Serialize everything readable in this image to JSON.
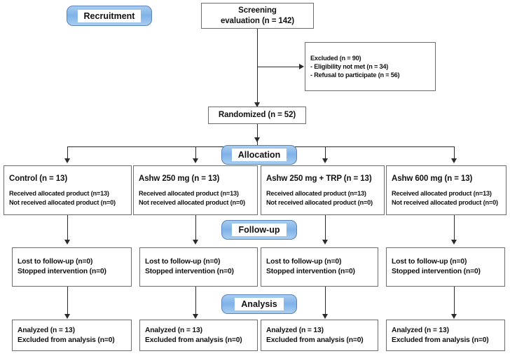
{
  "diagram": {
    "type": "consort-flow-diagram",
    "stages": [
      {
        "id": "recruitment",
        "label": "Recruitment"
      },
      {
        "id": "allocation",
        "label": "Allocation"
      },
      {
        "id": "followup",
        "label": "Follow-up"
      },
      {
        "id": "analysis",
        "label": "Analysis"
      }
    ],
    "colors": {
      "banner_fill": "#7fb2e8",
      "banner_border": "#5b82b9",
      "banner_caption_bg": "#ffffff",
      "node_border": "#6d6d6d",
      "node_fill": "#ffffff",
      "connector": "#2b2b2b",
      "text": "#111111"
    },
    "screening": {
      "line1": "Screening",
      "line2": "evaluation (n = 142)"
    },
    "excluded": {
      "line1": "Excluded (n = 90)",
      "line2": "- Eligibility not met (n = 34)",
      "line3": "- Refusal to participate (n = 56)"
    },
    "randomized": {
      "label": "Randomized (n = 52)"
    },
    "arms": [
      {
        "id": "control",
        "title": "Control (n = 13)",
        "received": "Received allocated product (n=13)",
        "not_received": "Not received allocated product (n=0)",
        "lost": "Lost to follow-up (n=0)",
        "stopped": "Stopped intervention (n=0)",
        "analyzed": "Analyzed (n = 13)",
        "excluded_from_analysis": "Excluded from analysis (n=0)"
      },
      {
        "id": "ashw-250",
        "title": "Ashw 250 mg (n = 13)",
        "received": "Received allocated product (n=13)",
        "not_received": "Not received allocated product (n=0)",
        "lost": "Lost to follow-up (n=0)",
        "stopped": "Stopped intervention (n=0)",
        "analyzed": "Analyzed (n = 13)",
        "excluded_from_analysis": "Excluded from analysis (n=0)"
      },
      {
        "id": "ashw-250-trp",
        "title": "Ashw 250 mg + TRP (n = 13)",
        "received": "Received allocated product (n=13)",
        "not_received": "Not received allocated product (n=0)",
        "lost": "Lost to follow-up (n=0)",
        "stopped": "Stopped intervention (n=0)",
        "analyzed": "Analyzed (n = 13)",
        "excluded_from_analysis": "Excluded from analysis (n=0)"
      },
      {
        "id": "ashw-600",
        "title": "Ashw 600 mg (n = 13)",
        "received": "Received allocated product (n=13)",
        "not_received": "Not received allocated product (n=0)",
        "lost": "Lost to follow-up (n=0)",
        "stopped": "Stopped intervention (n=0)",
        "analyzed": "Analyzed (n = 13)",
        "excluded_from_analysis": "Excluded from analysis (n=0)"
      }
    ]
  }
}
